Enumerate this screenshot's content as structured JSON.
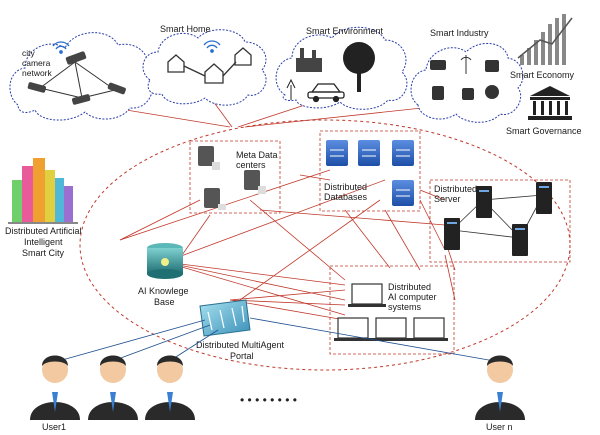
{
  "clouds": {
    "camera_network": [
      "city",
      "camera",
      "network"
    ],
    "smart_home": "Smart Home",
    "smart_environment": "Smart Environment",
    "smart_industry": "Smart Industry"
  },
  "side_labels": {
    "smart_economy": "Smart Economy",
    "smart_governance": "Smart Governance",
    "smart_city": [
      "Distributed Artificial",
      "Intelligent",
      "Smart City"
    ]
  },
  "nodes": {
    "meta_data": [
      "Meta Data",
      "centers"
    ],
    "databases": [
      "Distributed",
      "Databases"
    ],
    "server": [
      "Distributed",
      "Server"
    ],
    "ai_systems": [
      "Distributed",
      "AI computer",
      "systems"
    ],
    "knowledge": [
      "AI Knowlege",
      "Base"
    ],
    "portal": [
      "Distributed MultiAgent",
      "Portal"
    ]
  },
  "users": {
    "first": "User1",
    "last": "User n",
    "ellipsis": "• • • • • • • •"
  },
  "colors": {
    "network_line": "#c0392b",
    "user_line": "#1f4f8f",
    "accent_blue": "#2e5fb8",
    "teal": "#2a8a8a"
  }
}
